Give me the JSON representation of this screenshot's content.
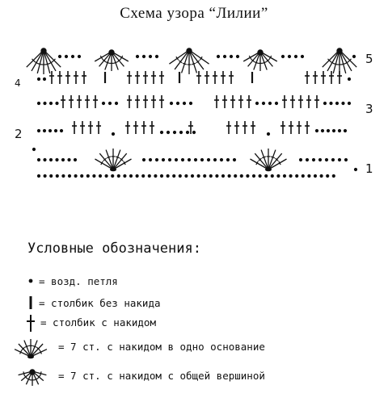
{
  "title": "Схема узора “Лилии”",
  "row_numbers": [
    "1",
    "2",
    "3",
    "4",
    "5"
  ],
  "legend": {
    "heading": "Условные обозначения:",
    "items": [
      {
        "symbol": "chain-dot-icon",
        "text": "= возд. петля"
      },
      {
        "symbol": "single-crochet-icon",
        "text": "= столбик без накида"
      },
      {
        "symbol": "double-crochet-icon",
        "text": "= столбик с накидом"
      },
      {
        "symbol": "fan-shell-icon",
        "text": "= 7 ст. с накидом в одно основание"
      },
      {
        "symbol": "cluster-icon",
        "text": "= 7 ст. с накидом с общей вершиной"
      }
    ]
  }
}
